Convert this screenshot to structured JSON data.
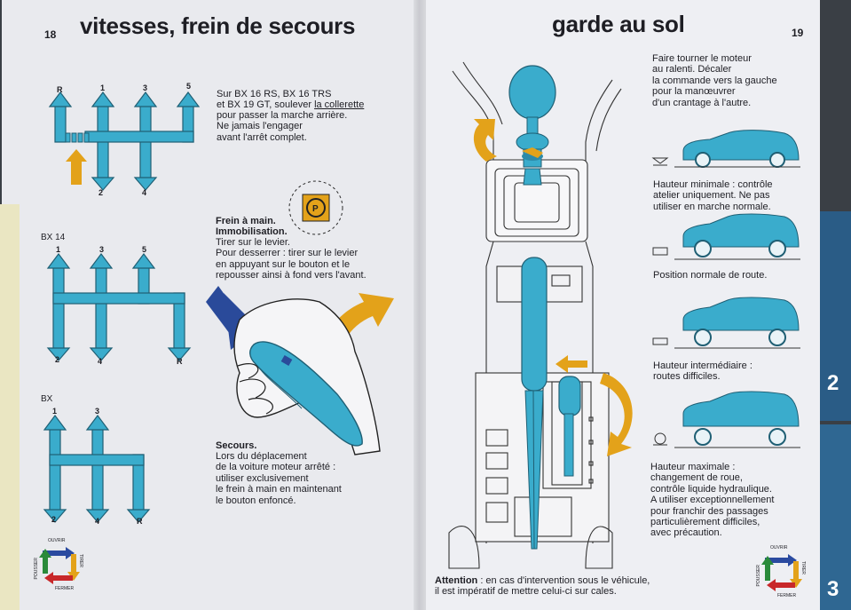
{
  "left_page": {
    "page_number": "18",
    "title": "vitesses, frein de secours",
    "gear_rs": {
      "labels": {
        "r": "R",
        "g1": "1",
        "g3": "3",
        "g5": "5",
        "g2": "2",
        "g4": "4"
      },
      "text_line1": "Sur BX 16 RS, BX 16 TRS",
      "text_line2a": "et BX 19 GT, soulever ",
      "text_line2b": "la collerette",
      "text_rest": "pour passer la marche arrière.\nNe jamais l'engager\navant l'arrêt complet."
    },
    "gear_bx14": {
      "heading": "BX 14",
      "labels": {
        "g1": "1",
        "g3": "3",
        "g5": "5",
        "g2": "2",
        "g4": "4",
        "r": "R"
      }
    },
    "gear_bx": {
      "heading": "BX",
      "labels": {
        "g1": "1",
        "g3": "3",
        "g2": "2",
        "g4": "4",
        "r": "R"
      }
    },
    "handbrake": {
      "heading_line1": "Frein à main.",
      "heading_line2": "Immobilisation.",
      "body": "Tirer sur le levier.\nPour desserrer : tirer sur le levier\nen appuyant sur le bouton et le\nrepousser ainsi à fond vers l'avant.",
      "warning_symbol": "(P)"
    },
    "secours": {
      "heading": "Secours.",
      "body": "Lors du déplacement\nde la voiture moteur arrêté :\nutiliser exclusivement\nle frein à main en maintenant\nle bouton enfoncé."
    },
    "legend": {
      "top": "OUVRIR",
      "right": "TIRER",
      "bottom": "FERMER",
      "left": "POUSSER"
    }
  },
  "right_page": {
    "page_number": "19",
    "title": "garde au sol",
    "intro": "Faire tourner le moteur\nau ralenti. Décaler\nla commande vers la gauche\npour la manœuvrer\nd'un crantage à l'autre.",
    "heights": [
      {
        "text": "Hauteur minimale : contrôle\natelier uniquement. Ne pas\nutiliser en marche normale."
      },
      {
        "text": "Position normale de route."
      },
      {
        "text": "Hauteur intermédiaire :\nroutes difficiles."
      },
      {
        "text": "Hauteur maximale :\nchangement de roue,\ncontrôle liquide hydraulique.\nA utiliser exceptionnellement\npour franchir des passages\nparticulièrement difficiles,\navec précaution."
      }
    ],
    "attention_label": "Attention",
    "attention_text": " : en cas d'intervention sous le véhicule,",
    "attention_line2": "il est impératif de mettre celui-ci sur cales.",
    "legend": {
      "top": "OUVRIR",
      "right": "TIRER",
      "bottom": "FERMER",
      "left": "POUSSER"
    }
  },
  "section_tabs": [
    "2",
    "3"
  ],
  "colors": {
    "cyan": "#3aaccc",
    "orange": "#e3a21a",
    "navy": "#2a4a9a",
    "page": "#ecedf1",
    "tab": "#2a5c86"
  }
}
